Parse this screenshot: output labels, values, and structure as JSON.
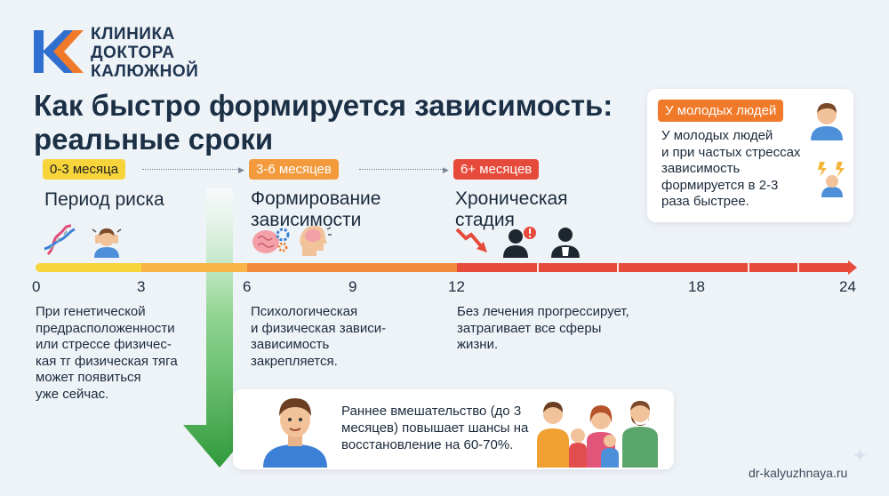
{
  "brand": {
    "line1": "КЛИНИКА",
    "line2": "ДОКТОРА",
    "line3": "КАЛЮЖНОЙ",
    "colors": {
      "blue": "#2f6fcf",
      "orange": "#f07a2a"
    }
  },
  "title": {
    "line1": "Как быстро формируется зависимость:",
    "line2": "реальные сроки"
  },
  "note": {
    "badge": "У молодых людей",
    "lines": [
      "У молодых людей",
      "и при частых стрессах",
      "зависимость",
      "формируется в 2-3",
      "раза быстрее."
    ],
    "icons": [
      "young-man-icon",
      "stress-person-icon"
    ]
  },
  "stages": [
    {
      "badge": "0-3 месяца",
      "title_lines": [
        "Период риска"
      ],
      "color": "#f6d43a",
      "icons": [
        "dna-icon",
        "anxious-person-icon"
      ]
    },
    {
      "badge": "3-6 месяцев",
      "title_lines": [
        "Формирование",
        "зависимости"
      ],
      "color": "#f39a3d",
      "icons": [
        "brain-gears-icon",
        "head-brain-icon"
      ]
    },
    {
      "badge": "6+ месяцев",
      "title_lines": [
        "Хроническая",
        "стадия"
      ],
      "color": "#e54a3a",
      "icons": [
        "decline-arrow-icon",
        "person-alert-icon",
        "person-bottle-icon"
      ]
    }
  ],
  "timeline": {
    "ticks": [
      "0",
      "3",
      "6",
      "9",
      "12",
      "18",
      "24"
    ],
    "tick_months": [
      0,
      3,
      6,
      9,
      12,
      18,
      24
    ],
    "segments": [
      {
        "from": 0,
        "to": 3,
        "color": "#f6d43a"
      },
      {
        "from": 3,
        "to": 6,
        "color": "#f8b449"
      },
      {
        "from": 6,
        "to": 12,
        "color": "#f28a3c"
      },
      {
        "from": 12,
        "to": 24,
        "color": "#e54a3a"
      }
    ]
  },
  "descriptions": [
    {
      "lines": [
        "При генетической",
        "предрасположенности",
        "или стрессе физичес-",
        "кая тг физическая тяга",
        "может появиться",
        "уже сейчас."
      ]
    },
    {
      "lines": [
        "Психологическая",
        "и физическая зависи-",
        "зависимость",
        "закрепляется."
      ]
    },
    {
      "lines": [
        "Без лечения прогрессирует,",
        "затрагивает все сферы",
        "жизни."
      ]
    }
  ],
  "bottom": {
    "lines": [
      "Раннее вмешательство (до 3",
      "месяцев) повышает шансы на",
      "восстановление на 60-70%."
    ],
    "icons": [
      "man-portrait-icon",
      "family-icon"
    ],
    "arrow_color": "#3aa84a"
  },
  "website": "dr-kalyuzhnaya.ru"
}
